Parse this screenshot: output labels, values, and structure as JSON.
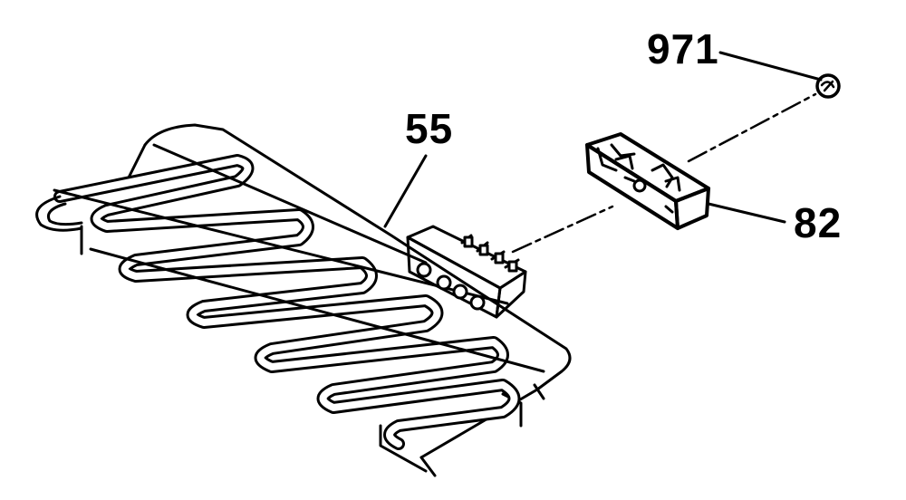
{
  "diagram": {
    "callouts": [
      {
        "id": "part-971",
        "label": "971",
        "part": "ring-clip"
      },
      {
        "id": "part-55",
        "label": "55",
        "part": "heating-element"
      },
      {
        "id": "part-82",
        "label": "82",
        "part": "terminal-block"
      }
    ],
    "colors": {
      "ink": "#000000",
      "background": "#ffffff"
    }
  }
}
